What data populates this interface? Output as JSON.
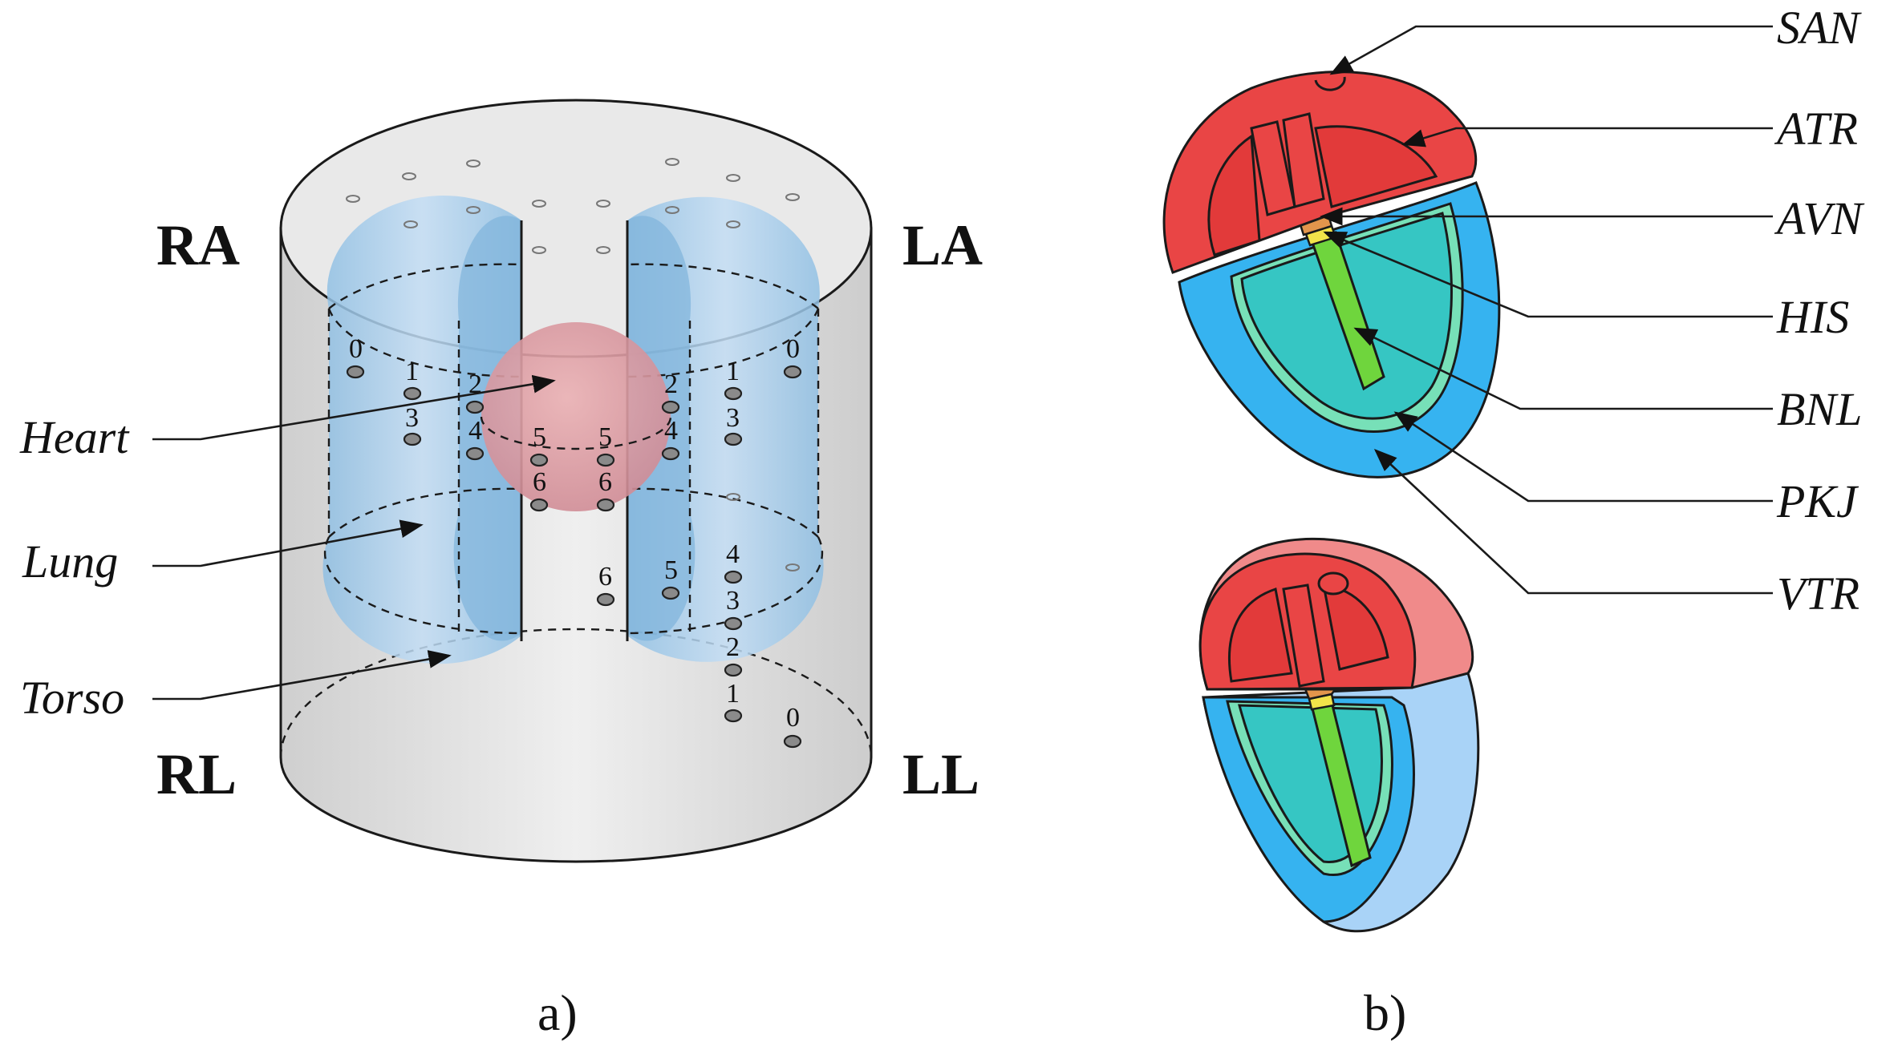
{
  "panel_a": {
    "corner_labels": {
      "ra": "RA",
      "la": "LA",
      "rl": "RL",
      "ll": "LL"
    },
    "region_labels": {
      "heart": "Heart",
      "lung": "Lung",
      "torso": "Torso"
    },
    "electrode_numbers": {
      "left_lung_col": [
        "0",
        "1",
        "2",
        "3",
        "4"
      ],
      "center_left": [
        "5",
        "6"
      ],
      "center_right": [
        "5",
        "6",
        "6"
      ],
      "right_lung_col": [
        "2",
        "4",
        "5"
      ],
      "right_side_col": [
        "1",
        "3",
        "4",
        "3",
        "2",
        "1"
      ],
      "right_outer": [
        "0",
        "0"
      ]
    },
    "colors": {
      "torso": "#dcdcdc",
      "lung": "#a9cdef",
      "heart": "#e49a9e"
    },
    "caption": "a)"
  },
  "panel_b": {
    "tissue_labels": {
      "san": "SAN",
      "atr": "ATR",
      "avn": "AVN",
      "his": "HIS",
      "bnl": "BNL",
      "pkj": "PKJ",
      "vtr": "VTR"
    },
    "colors": {
      "atrium": "#e94545",
      "atrium_light": "#f08a8a",
      "ventricle": "#36b3f0",
      "ventricle_light": "#a9d3f7",
      "inner": "#36c6c3",
      "bundle": "#6fd53d",
      "avn": "#e3954c",
      "his": "#f2e34a"
    },
    "caption": "b)"
  }
}
